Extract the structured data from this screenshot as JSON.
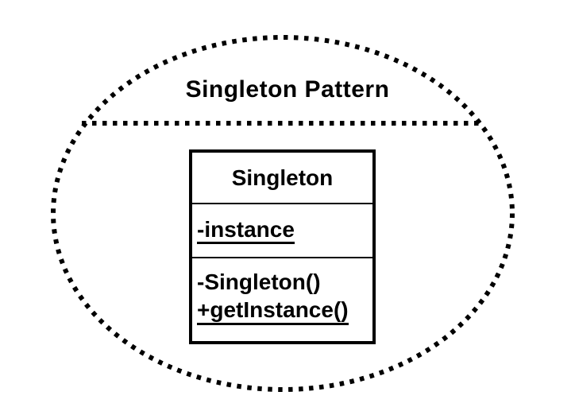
{
  "diagram": {
    "title": "Singleton Pattern",
    "stroke_color": "#000000",
    "background_color": "#ffffff",
    "boundary_shape": "dotted-ellipse",
    "uml_class": {
      "name": "Singleton",
      "attributes": [
        {
          "text": "-instance",
          "underlined": true
        }
      ],
      "methods": [
        {
          "text": "-Singleton()",
          "underlined": false
        },
        {
          "text": "+getInstance()",
          "underlined": true
        }
      ]
    }
  }
}
